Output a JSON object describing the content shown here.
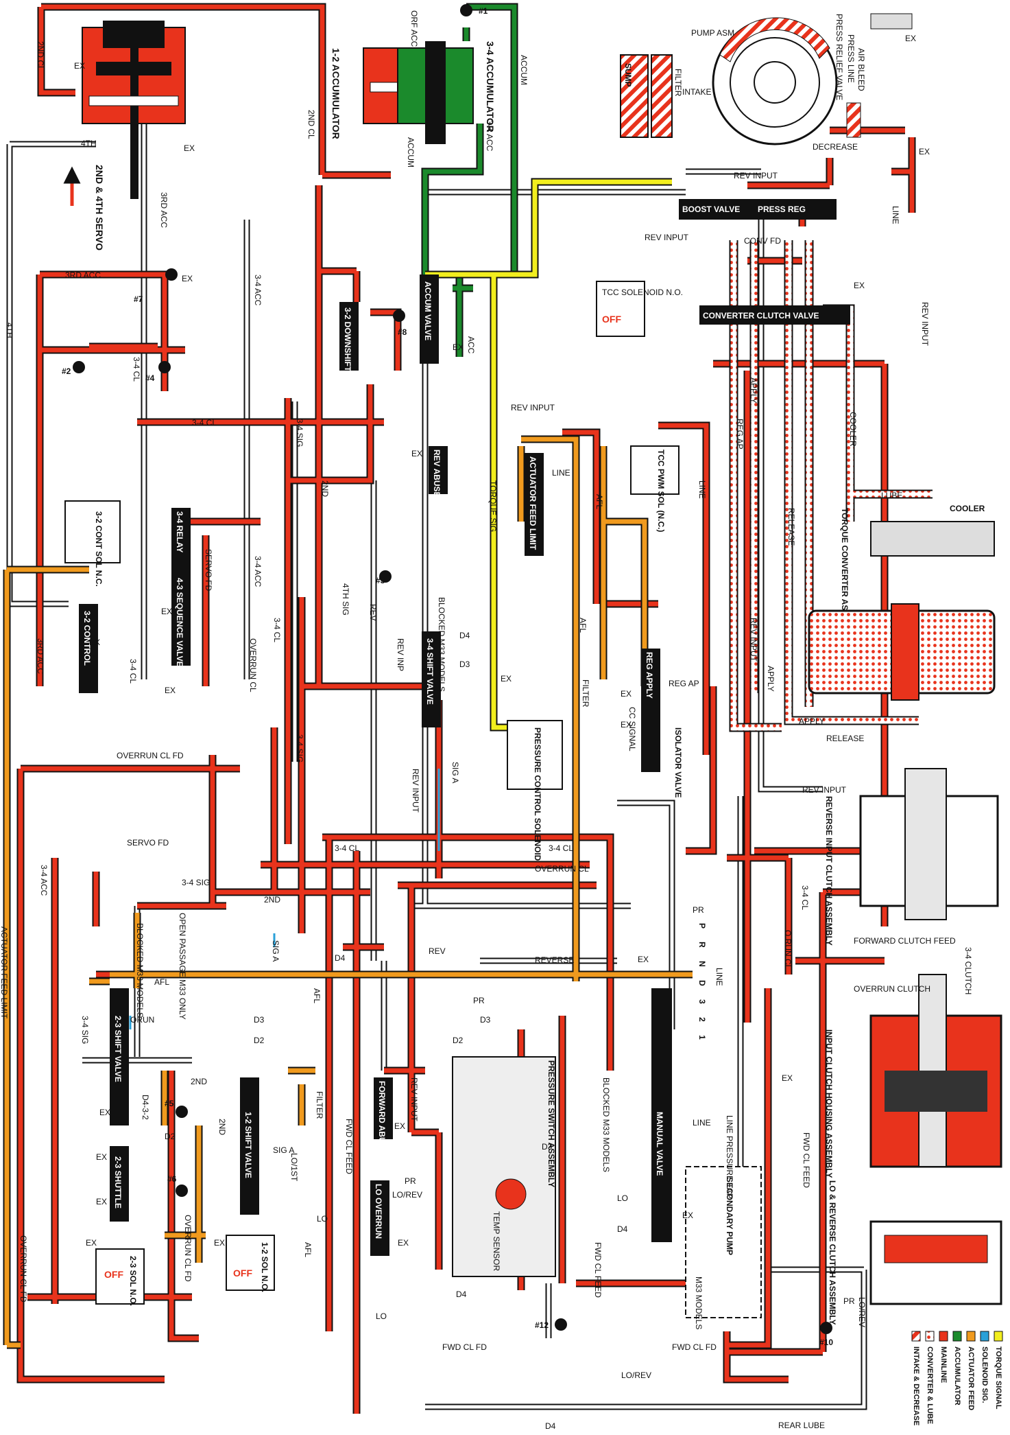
{
  "colors": {
    "mainline": "#e8331c",
    "accumulator": "#1b8a2c",
    "actuator": "#f09a1e",
    "solenoid": "#2aa0d8",
    "torque": "#f2ee1e",
    "line_white": "#ffffff",
    "outline": "#111111",
    "converter_dot": "#e8331c"
  },
  "assemblies": {
    "servo": "2ND & 4TH SERVO",
    "acc12": "1-2 ACCUMULATOR",
    "acc34": "3-4 ACCUMULATOR",
    "sump": "SUMP",
    "filter": "FILTER",
    "intake": "INTAKE",
    "pump_asm": "PUMP ASM",
    "press_relief": "PRESS RELIEF VALVE",
    "press_line": "PRESS LINE",
    "air_bleed": "AIR BLEED",
    "decrease": "DECREASE",
    "boost_valve": "BOOST VALVE",
    "press_reg": "PRESS REG",
    "conv_clutch_valve": "CONVERTER CLUTCH VALVE",
    "tcc_solenoid": "TCC SOLENOID N.O.",
    "off": "OFF",
    "accum_valve": "ACCUM VALVE",
    "downshift": "3-2 DOWNSHIFT",
    "rev_abuse": "REV ABUSE",
    "actuator_feed": "ACTUATOR FEED LIMIT",
    "tcc_pwm": "TCC PWM SOL (N.C.)",
    "relay34": "3-4 RELAY",
    "seq43": "4-3 SEQUENCE VALVE",
    "cont32_sol": "3-2 CONT SOL N.C.",
    "control32": "3-2 CONTROL",
    "shift34": "3-4 SHIFT VALVE",
    "pcs": "PRESSURE CONTROL SOLENOID",
    "reg_apply": "REG APPLY",
    "isolator": "ISOLATOR VALVE",
    "cooler": "COOLER",
    "torque_conv": "TORQUE CONVERTER ASSEMBLY",
    "rev_input_asm": "REVERSE INPUT CLUTCH ASSEMBLY",
    "input_clutch_asm": "INPUT CLUTCH HOUSING ASSEMBLY",
    "lo_rev_asm": "LO & REVERSE CLUTCH ASSEMBLY",
    "shift23": "2-3 SHIFT VALVE",
    "shuttle23": "2-3 SHUTTLE",
    "sol23": "2-3 SOL N.O.",
    "shift12": "1-2 SHIFT VALVE",
    "sol12": "1-2 SOL N.O.",
    "forward_abuse": "FORWARD ABUSE",
    "lo_overrun": "LO OVERRUN",
    "pressure_switch": "PRESSURE SWITCH ASSEMBLY",
    "temp_sensor": "TEMP SENSOR",
    "manual_valve": "MANUAL VALVE",
    "secondary_pump": "SECONDARY PUMP",
    "m33_models": "M33 MODELS",
    "line_tap": "LINE PRESSURE TAP",
    "blocked_m33": "BLOCKED M33 MODELS",
    "open_passage": "OPEN PASSAGE M33 ONLY",
    "prnd": "P R N D 3 2 1"
  },
  "line_labels": {
    "ex": "EX",
    "second_cl": "2ND CL",
    "fourth": "4TH",
    "third_acc": "3RD ACC",
    "accum": "ACCUM",
    "acc34": "3-4 ACC",
    "acc": "ACC",
    "orf_acc": "ORF ACC",
    "cl34": "3-4 CL",
    "sig34": "3-4 SIG",
    "second": "2ND",
    "servo_fd": "SERVO FD",
    "overrun_cl": "OVERRUN CL",
    "overrun_cl_fd": "OVERRUN CL FD",
    "fourth_sig": "4TH SIG",
    "rev": "REV",
    "rev_inp": "REV INP",
    "rev_input": "REV INPUT",
    "d4": "D4",
    "d3": "D3",
    "d2": "D2",
    "sig_a": "SIG A",
    "afl": "AFL",
    "torque_sig": "TORQUE SIG",
    "line": "LINE",
    "conv_fd": "CONV FD",
    "apply": "APPLY",
    "release": "RELEASE",
    "reg_ap": "REG AP",
    "cc_signal": "CC SIGNAL",
    "lube": "LUBE",
    "reverse": "REVERSE",
    "pr": "PR",
    "o_run_cl": "O RUN CL",
    "forward_clutch_feed": "FORWARD CLUTCH FEED",
    "overrun_clutch": "OVERRUN CLUTCH",
    "clutch34": "3-4 CLUTCH",
    "fwd_cl_feed": "FWD CL FEED",
    "fwd_cl_fd": "FWD CL FD",
    "lo": "LO",
    "lo_rev": "LO/REV",
    "lo_1st": "LO/1ST",
    "d432": "D4-3-2",
    "orun": "ORUN",
    "actuator_feed_limit": "ACTUATOR FEED LIMIT",
    "rear_lube": "REAR LUBE",
    "filter": "FILTER",
    "cooler": "COOLER"
  },
  "checkballs": [
    "#1",
    "#2",
    "#3",
    "#4",
    "#5",
    "#6",
    "#7",
    "#8",
    "#10",
    "#12"
  ],
  "legend": [
    {
      "label": "INTAKE & DECREASE",
      "color": "#e8331c",
      "pattern": "stripe"
    },
    {
      "label": "CONVERTER & LUBE",
      "color": "#e8331c",
      "pattern": "dots"
    },
    {
      "label": "MAINLINE",
      "color": "#e8331c",
      "pattern": "solid"
    },
    {
      "label": "ACCUMULATOR",
      "color": "#1b8a2c",
      "pattern": "solid"
    },
    {
      "label": "ACTUATOR FEED",
      "color": "#f09a1e",
      "pattern": "solid"
    },
    {
      "label": "SOLENOID SIG.",
      "color": "#2aa0d8",
      "pattern": "solid"
    },
    {
      "label": "TORQUE SIGNAL",
      "color": "#f2ee1e",
      "pattern": "solid"
    }
  ]
}
